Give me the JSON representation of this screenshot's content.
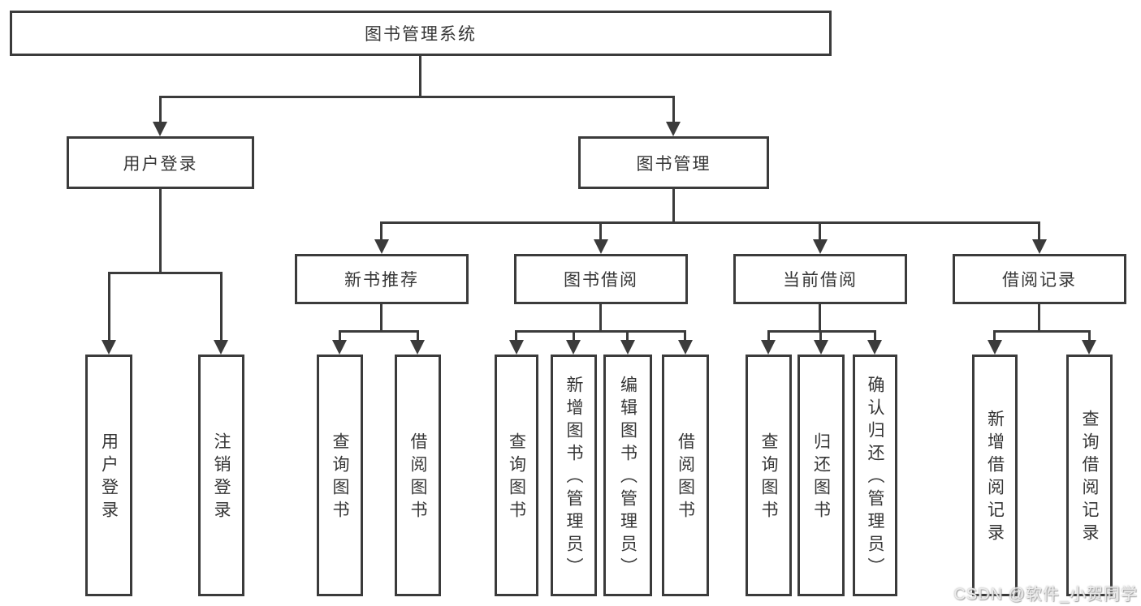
{
  "diagram": {
    "root": {
      "label": "图书管理系统"
    },
    "branches": [
      {
        "label": "用户登录",
        "leaves": [
          {
            "label": "用户登录"
          },
          {
            "label": "注销登录"
          }
        ]
      },
      {
        "label": "图书管理",
        "groups": [
          {
            "label": "新书推荐",
            "leaves": [
              {
                "label": "查询图书"
              },
              {
                "label": "借阅图书"
              }
            ]
          },
          {
            "label": "图书借阅",
            "leaves": [
              {
                "label": "查询图书"
              },
              {
                "label": "新增图书（管理员）"
              },
              {
                "label": "编辑图书（管理员）"
              },
              {
                "label": "借阅图书"
              }
            ]
          },
          {
            "label": "当前借阅",
            "leaves": [
              {
                "label": "查询图书"
              },
              {
                "label": "归还图书"
              },
              {
                "label": "确认归还（管理员）"
              }
            ]
          },
          {
            "label": "借阅记录",
            "leaves": [
              {
                "label": "新增借阅记录"
              },
              {
                "label": "查询借阅记录"
              }
            ]
          }
        ]
      }
    ],
    "watermark": {
      "text": "CSDN @软件_小贺同学"
    },
    "colors": {
      "line": "#3b3b3b",
      "text": "#363636",
      "background": "#ffffff",
      "watermark": "#ececec"
    }
  }
}
